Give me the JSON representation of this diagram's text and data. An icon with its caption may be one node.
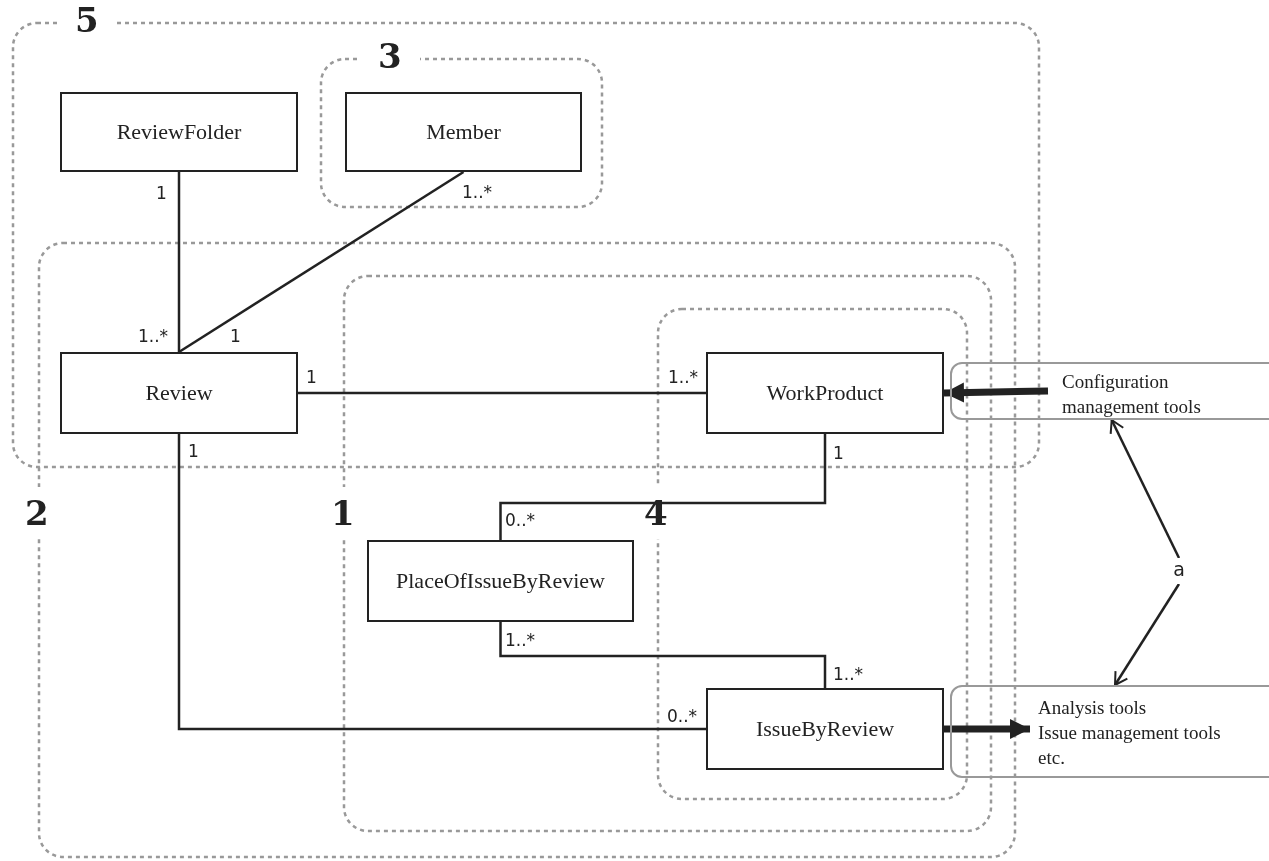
{
  "diagram": {
    "nodes": [
      {
        "text": [
          "5"
        ]
      },
      {
        "text": [
          "3"
        ],
        "in": 0
      },
      {
        "text": [
          "ReviewFolder"
        ],
        "in": 0
      },
      {
        "text": [
          "Member"
        ],
        "in": 1
      },
      {
        "text": [
          "2"
        ]
      },
      {
        "text": [
          "1"
        ],
        "in": 4
      },
      {
        "text": [
          "4"
        ],
        "in": 5
      },
      {
        "text": [
          "Review"
        ]
      },
      {
        "text": [
          "WorkProduct"
        ]
      },
      {
        "text": [
          "PlaceOfIssueByReview"
        ],
        "in": 5
      },
      {
        "text": [
          "IssueByReview"
        ],
        "in": 6
      },
      {
        "text": [
          "Configuration management tools"
        ]
      },
      {
        "text": [
          "Analysis tools",
          "Issue management tools",
          "etc."
        ]
      },
      {
        "text": [
          "a"
        ]
      }
    ],
    "edges": [
      {
        "from": 2,
        "to": 7,
        "arrow": "none"
      },
      {
        "from": 3,
        "to": 7,
        "arrow": "none"
      },
      {
        "from": 7,
        "to": 8,
        "arrow": "none"
      },
      {
        "from": 8,
        "to": 9,
        "arrow": "none"
      },
      {
        "from": 9,
        "to": 10,
        "arrow": "none"
      },
      {
        "from": 7,
        "to": 10,
        "arrow": "none"
      },
      {
        "from": 11,
        "to": 8,
        "arrow": "to",
        "style": "thick"
      },
      {
        "from": 10,
        "to": 12,
        "arrow": "to",
        "style": "thick"
      },
      {
        "from": 13,
        "to": 11,
        "arrow": "to"
      },
      {
        "from": 13,
        "to": 12,
        "arrow": "to"
      }
    ],
    "labels": [
      "1",
      "1..*",
      "1..*",
      "1",
      "1",
      "1..*",
      "1",
      "1",
      "0..*",
      "1..*",
      "1..*",
      "0..*"
    ]
  }
}
